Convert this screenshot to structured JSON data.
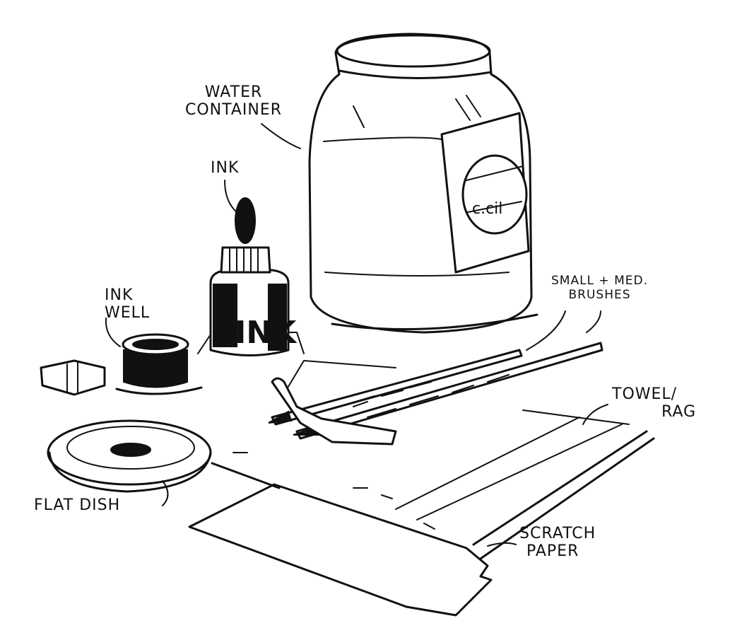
{
  "labels": {
    "water_container": [
      "Water",
      "Container"
    ],
    "ink": "Ink",
    "ink_well": [
      "Ink",
      "Well"
    ],
    "brushes": [
      "Small + Med.",
      "Brushes"
    ],
    "towel": [
      "Towel/",
      "Rag"
    ],
    "flat_dish": "Flat Dish",
    "scratch_paper": [
      "Scratch",
      "Paper"
    ],
    "ink_bottle_text": "INK",
    "jar_label_text": "c.cil"
  }
}
